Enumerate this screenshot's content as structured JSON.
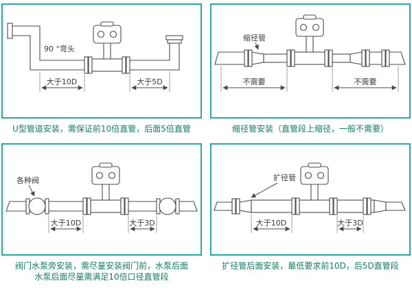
{
  "colors": {
    "border": "#2aa8a0",
    "caption": "#157a63",
    "line": "#4a4a4a"
  },
  "panels": {
    "u_pipe": {
      "caption": "U型管道安装，需保证前10倍直管，后面5倍直管",
      "elbow_label": "90 °弯头",
      "dim_left": "大于10D",
      "dim_right": "大于5D"
    },
    "reducer": {
      "caption": "缩径管安装（直管段上缩径，一般不需要）",
      "part_label": "缩径管",
      "dim_left": "不需要",
      "dim_right": "不需要"
    },
    "valve_pump": {
      "caption_line1": "阀门水泵旁安装，需尽量安装阀门前，水泵后面",
      "caption_line2": "水泵后面尽量需满足10倍口径直管段",
      "part_label": "各种阀",
      "dim_left": "大于10D",
      "dim_right": "大于3D"
    },
    "expander": {
      "caption": "扩径管后面安装，最低要求前10D，后5D直管段",
      "part_label": "扩径管",
      "dim_left": "大于10D",
      "dim_right": "大于3D"
    }
  }
}
